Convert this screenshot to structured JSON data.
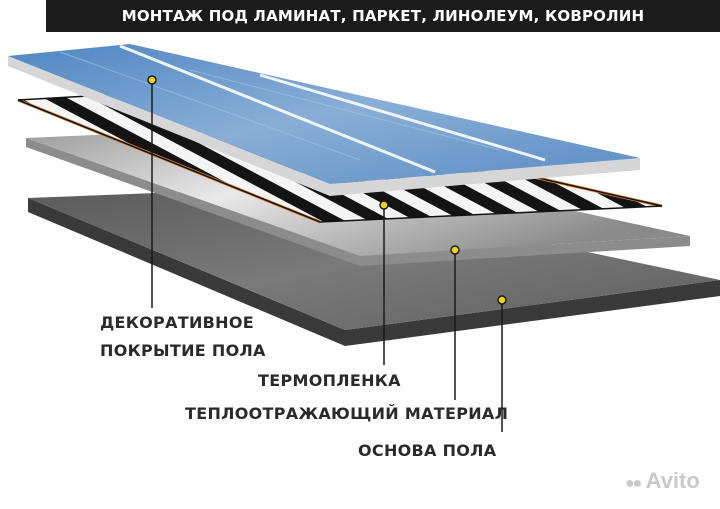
{
  "header": {
    "title": "МОНТАЖ ПОД ЛАМИНАТ, ПАРКЕТ, ЛИНОЛЕУМ, КОВРОЛИН"
  },
  "layers": [
    {
      "name": "decorative-covering",
      "label_lines": [
        "ДЕКОРАТИВНОЕ",
        "ПОКРЫТИЕ ПОЛА"
      ],
      "color": "#6f9ccb"
    },
    {
      "name": "thermo-film",
      "label_lines": [
        "ТЕРМОПЛЕНКА"
      ],
      "color": "#111111"
    },
    {
      "name": "reflective-material",
      "label_lines": [
        "ТЕПЛООТРАЖАЮЩИЙ МАТЕРИАЛ"
      ],
      "color": "#b9b9b9"
    },
    {
      "name": "floor-base",
      "label_lines": [
        "ОСНОВА ПОЛА"
      ],
      "color": "#707070"
    }
  ],
  "colors": {
    "marker": "#f2d21b",
    "leader": "#1a1a1a",
    "title_bg": "#1c1c1c",
    "strip_edge": "#d8873a"
  },
  "watermark": {
    "text": "Avito",
    "icon": "avito-logo-icon"
  }
}
